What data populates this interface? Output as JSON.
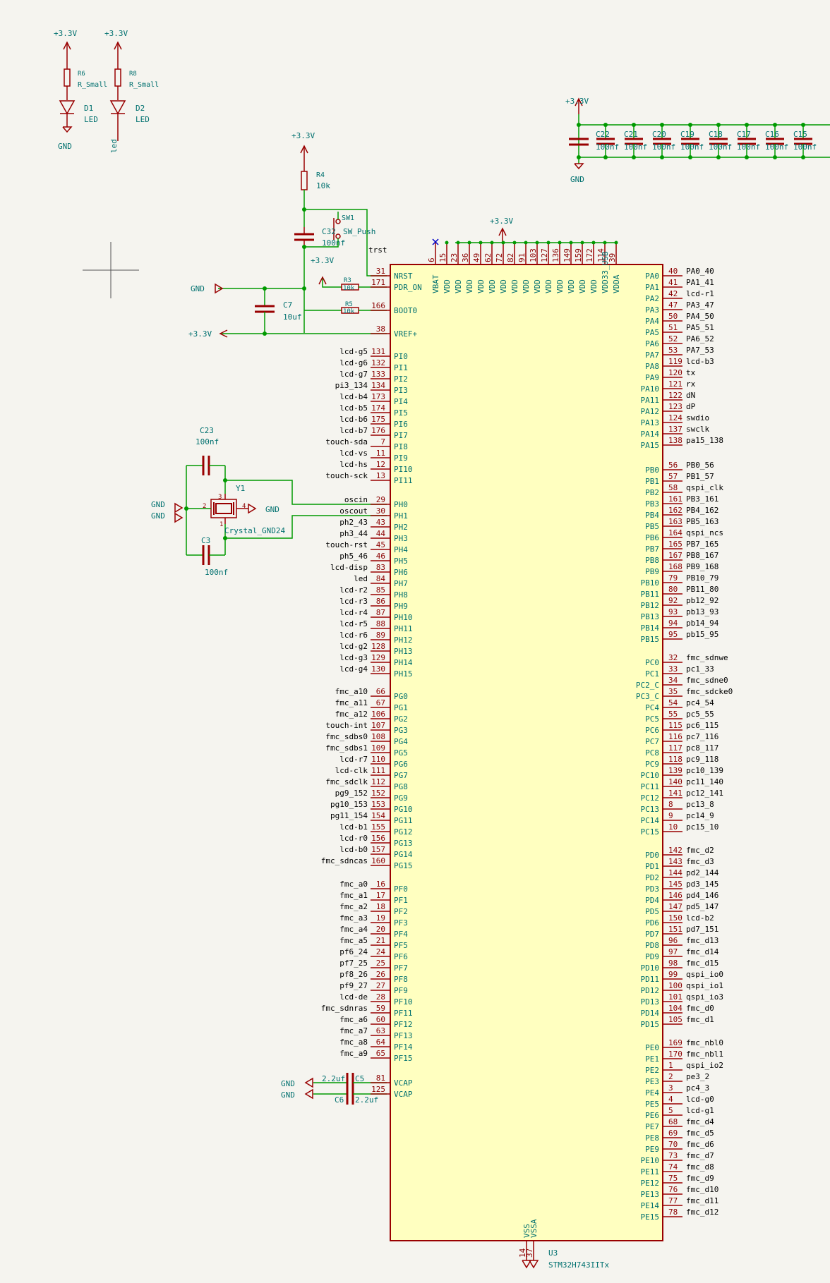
{
  "colors": {
    "background": "#f5f4ef",
    "wire": "#009a00",
    "symbol": "#990000",
    "text": "#00706f",
    "pin": "#8b0000",
    "body": "#ffffc0",
    "junction": "#009a00",
    "noconnect": "#0000c8"
  },
  "power": {
    "vcc": "+3.3V",
    "gnd": "GND"
  },
  "leds": [
    {
      "res_ref": "R6",
      "res_val": "R_Small",
      "led_ref": "D1",
      "led_val": "LED",
      "bottom": "GND"
    },
    {
      "res_ref": "R8",
      "res_val": "R_Small",
      "led_ref": "D2",
      "led_val": "LED",
      "bottom": "led"
    }
  ],
  "reset": {
    "r4_ref": "R4",
    "r4_val": "10k",
    "sw_ref": "SW1",
    "sw_val": "SW_Push",
    "c32_ref": "C32",
    "c32_val": "100nf",
    "net": "trst",
    "r3_ref": "R3",
    "r3_val": "10k",
    "r5_ref": "R5",
    "r5_val": "10k",
    "c7_ref": "C7",
    "c7_val": "10uf"
  },
  "crystal": {
    "ref": "Y1",
    "val": "Crystal_GND24",
    "c23_ref": "C23",
    "c23_val": "100nf",
    "c3_ref": "C3",
    "c3_val": "100nf",
    "pins": [
      "1",
      "2",
      "3",
      "4"
    ]
  },
  "decoupling": [
    {
      "ref": "C22",
      "val": "100nf"
    },
    {
      "ref": "C21",
      "val": "100nf"
    },
    {
      "ref": "C20",
      "val": "100nf"
    },
    {
      "ref": "C19",
      "val": "100nf"
    },
    {
      "ref": "C18",
      "val": "100nf"
    },
    {
      "ref": "C17",
      "val": "100nf"
    },
    {
      "ref": "C16",
      "val": "100nf"
    },
    {
      "ref": "C15",
      "val": "100nf"
    }
  ],
  "vcap": [
    {
      "ref": "C5",
      "val": "2.2uf"
    },
    {
      "ref": "C6",
      "val": "2.2uf"
    }
  ],
  "mcu": {
    "ref": "U3",
    "value": "STM32H743IITx",
    "top_pins": [
      {
        "num": "6",
        "name": "VBAT"
      },
      {
        "num": "15",
        "name": "VDD"
      },
      {
        "num": "23",
        "name": "VDD"
      },
      {
        "num": "36",
        "name": "VDD"
      },
      {
        "num": "49",
        "name": "VDD"
      },
      {
        "num": "62",
        "name": "VDD"
      },
      {
        "num": "72",
        "name": "VDD"
      },
      {
        "num": "82",
        "name": "VDD"
      },
      {
        "num": "91",
        "name": "VDD"
      },
      {
        "num": "103",
        "name": "VDD"
      },
      {
        "num": "127",
        "name": "VDD"
      },
      {
        "num": "136",
        "name": "VDD"
      },
      {
        "num": "149",
        "name": "VDD"
      },
      {
        "num": "159",
        "name": "VDD"
      },
      {
        "num": "172",
        "name": "VDD"
      },
      {
        "num": "114",
        "name": "VDD33_USB"
      },
      {
        "num": "39",
        "name": "VDDA"
      }
    ],
    "bottom_pins": [
      {
        "num": "14",
        "name": "VSS"
      },
      {
        "num": "37",
        "name": "VSSA"
      }
    ],
    "left_pins": [
      {
        "name": "NRST",
        "num": "31",
        "net": ""
      },
      {
        "name": "PDR_ON",
        "num": "171",
        "net": ""
      },
      {
        "name": "BOOT0",
        "num": "166",
        "net": ""
      },
      {
        "name": "VREF+",
        "num": "38",
        "net": ""
      },
      {
        "name": "PI0",
        "num": "131",
        "net": "lcd-g5"
      },
      {
        "name": "PI1",
        "num": "132",
        "net": "lcd-g6"
      },
      {
        "name": "PI2",
        "num": "133",
        "net": "lcd-g7"
      },
      {
        "name": "PI3",
        "num": "134",
        "net": "pi3_134"
      },
      {
        "name": "PI4",
        "num": "173",
        "net": "lcd-b4"
      },
      {
        "name": "PI5",
        "num": "174",
        "net": "lcd-b5"
      },
      {
        "name": "PI6",
        "num": "175",
        "net": "lcd-b6"
      },
      {
        "name": "PI7",
        "num": "176",
        "net": "lcd-b7"
      },
      {
        "name": "PI8",
        "num": "7",
        "net": "touch-sda"
      },
      {
        "name": "PI9",
        "num": "11",
        "net": "lcd-vs"
      },
      {
        "name": "PI10",
        "num": "12",
        "net": "lcd-hs"
      },
      {
        "name": "PI11",
        "num": "13",
        "net": "touch-sck"
      },
      {
        "name": "PH0",
        "num": "29",
        "net": "oscin"
      },
      {
        "name": "PH1",
        "num": "30",
        "net": "oscout"
      },
      {
        "name": "PH2",
        "num": "43",
        "net": "ph2_43"
      },
      {
        "name": "PH3",
        "num": "44",
        "net": "ph3_44"
      },
      {
        "name": "PH4",
        "num": "45",
        "net": "touch-rst"
      },
      {
        "name": "PH5",
        "num": "46",
        "net": "ph5_46"
      },
      {
        "name": "PH6",
        "num": "83",
        "net": "lcd-disp"
      },
      {
        "name": "PH7",
        "num": "84",
        "net": "led"
      },
      {
        "name": "PH8",
        "num": "85",
        "net": "lcd-r2"
      },
      {
        "name": "PH9",
        "num": "86",
        "net": "lcd-r3"
      },
      {
        "name": "PH10",
        "num": "87",
        "net": "lcd-r4"
      },
      {
        "name": "PH11",
        "num": "88",
        "net": "lcd-r5"
      },
      {
        "name": "PH12",
        "num": "89",
        "net": "lcd-r6"
      },
      {
        "name": "PH13",
        "num": "128",
        "net": "lcd-g2"
      },
      {
        "name": "PH14",
        "num": "129",
        "net": "lcd-g3"
      },
      {
        "name": "PH15",
        "num": "130",
        "net": "lcd-g4"
      },
      {
        "name": "PG0",
        "num": "66",
        "net": "fmc_a10"
      },
      {
        "name": "PG1",
        "num": "67",
        "net": "fmc_a11"
      },
      {
        "name": "PG2",
        "num": "106",
        "net": "fmc_a12"
      },
      {
        "name": "PG3",
        "num": "107",
        "net": "touch-int"
      },
      {
        "name": "PG4",
        "num": "108",
        "net": "fmc_sdbs0"
      },
      {
        "name": "PG5",
        "num": "109",
        "net": "fmc_sdbs1"
      },
      {
        "name": "PG6",
        "num": "110",
        "net": "lcd-r7"
      },
      {
        "name": "PG7",
        "num": "111",
        "net": "lcd-clk"
      },
      {
        "name": "PG8",
        "num": "112",
        "net": "fmc_sdclk"
      },
      {
        "name": "PG9",
        "num": "152",
        "net": "pg9_152"
      },
      {
        "name": "PG10",
        "num": "153",
        "net": "pg10_153"
      },
      {
        "name": "PG11",
        "num": "154",
        "net": "pg11_154"
      },
      {
        "name": "PG12",
        "num": "155",
        "net": "lcd-b1"
      },
      {
        "name": "PG13",
        "num": "156",
        "net": "lcd-r0"
      },
      {
        "name": "PG14",
        "num": "157",
        "net": "lcd-b0"
      },
      {
        "name": "PG15",
        "num": "160",
        "net": "fmc_sdncas"
      },
      {
        "name": "PF0",
        "num": "16",
        "net": "fmc_a0"
      },
      {
        "name": "PF1",
        "num": "17",
        "net": "fmc_a1"
      },
      {
        "name": "PF2",
        "num": "18",
        "net": "fmc_a2"
      },
      {
        "name": "PF3",
        "num": "19",
        "net": "fmc_a3"
      },
      {
        "name": "PF4",
        "num": "20",
        "net": "fmc_a4"
      },
      {
        "name": "PF5",
        "num": "21",
        "net": "fmc_a5"
      },
      {
        "name": "PF6",
        "num": "24",
        "net": "pf6_24"
      },
      {
        "name": "PF7",
        "num": "25",
        "net": "pf7_25"
      },
      {
        "name": "PF8",
        "num": "26",
        "net": "pf8_26"
      },
      {
        "name": "PF9",
        "num": "27",
        "net": "pf9_27"
      },
      {
        "name": "PF10",
        "num": "28",
        "net": "lcd-de"
      },
      {
        "name": "PF11",
        "num": "59",
        "net": "fmc_sdnras"
      },
      {
        "name": "PF12",
        "num": "60",
        "net": "fmc_a6"
      },
      {
        "name": "PF13",
        "num": "63",
        "net": "fmc_a7"
      },
      {
        "name": "PF14",
        "num": "64",
        "net": "fmc_a8"
      },
      {
        "name": "PF15",
        "num": "65",
        "net": "fmc_a9"
      },
      {
        "name": "VCAP",
        "num": "81",
        "net": ""
      },
      {
        "name": "VCAP",
        "num": "125",
        "net": ""
      }
    ],
    "right_pins": [
      {
        "name": "PA0",
        "num": "40",
        "net": "PA0_40"
      },
      {
        "name": "PA1",
        "num": "41",
        "net": "PA1_41"
      },
      {
        "name": "PA2",
        "num": "42",
        "net": "lcd-r1"
      },
      {
        "name": "PA3",
        "num": "47",
        "net": "PA3_47"
      },
      {
        "name": "PA4",
        "num": "50",
        "net": "PA4_50"
      },
      {
        "name": "PA5",
        "num": "51",
        "net": "PA5_51"
      },
      {
        "name": "PA6",
        "num": "52",
        "net": "PA6_52"
      },
      {
        "name": "PA7",
        "num": "53",
        "net": "PA7_53"
      },
      {
        "name": "PA8",
        "num": "119",
        "net": "lcd-b3"
      },
      {
        "name": "PA9",
        "num": "120",
        "net": "tx"
      },
      {
        "name": "PA10",
        "num": "121",
        "net": "rx"
      },
      {
        "name": "PA11",
        "num": "122",
        "net": "dN"
      },
      {
        "name": "PA12",
        "num": "123",
        "net": "dP"
      },
      {
        "name": "PA13",
        "num": "124",
        "net": "swdio"
      },
      {
        "name": "PA14",
        "num": "137",
        "net": "swclk"
      },
      {
        "name": "PA15",
        "num": "138",
        "net": "pa15_138"
      },
      {
        "name": "PB0",
        "num": "56",
        "net": "PB0_56"
      },
      {
        "name": "PB1",
        "num": "57",
        "net": "PB1_57"
      },
      {
        "name": "PB2",
        "num": "58",
        "net": "qspi_clk"
      },
      {
        "name": "PB3",
        "num": "161",
        "net": "PB3_161"
      },
      {
        "name": "PB4",
        "num": "162",
        "net": "PB4_162"
      },
      {
        "name": "PB5",
        "num": "163",
        "net": "PB5_163"
      },
      {
        "name": "PB6",
        "num": "164",
        "net": "qspi_ncs"
      },
      {
        "name": "PB7",
        "num": "165",
        "net": "PB7_165"
      },
      {
        "name": "PB8",
        "num": "167",
        "net": "PB8_167"
      },
      {
        "name": "PB9",
        "num": "168",
        "net": "PB9_168"
      },
      {
        "name": "PB10",
        "num": "79",
        "net": "PB10_79"
      },
      {
        "name": "PB11",
        "num": "80",
        "net": "PB11_80"
      },
      {
        "name": "PB12",
        "num": "92",
        "net": "pb12_92"
      },
      {
        "name": "PB13",
        "num": "93",
        "net": "pb13_93"
      },
      {
        "name": "PB14",
        "num": "94",
        "net": "pb14_94"
      },
      {
        "name": "PB15",
        "num": "95",
        "net": "pb15_95"
      },
      {
        "name": "PC0",
        "num": "32",
        "net": "fmc_sdnwe"
      },
      {
        "name": "PC1",
        "num": "33",
        "net": "pc1_33"
      },
      {
        "name": "PC2_C",
        "num": "34",
        "net": "fmc_sdne0"
      },
      {
        "name": "PC3_C",
        "num": "35",
        "net": "fmc_sdcke0"
      },
      {
        "name": "PC4",
        "num": "54",
        "net": "pc4_54"
      },
      {
        "name": "PC5",
        "num": "55",
        "net": "pc5_55"
      },
      {
        "name": "PC6",
        "num": "115",
        "net": "pc6_115"
      },
      {
        "name": "PC7",
        "num": "116",
        "net": "pc7_116"
      },
      {
        "name": "PC8",
        "num": "117",
        "net": "pc8_117"
      },
      {
        "name": "PC9",
        "num": "118",
        "net": "pc9_118"
      },
      {
        "name": "PC10",
        "num": "139",
        "net": "pc10_139"
      },
      {
        "name": "PC11",
        "num": "140",
        "net": "pc11_140"
      },
      {
        "name": "PC12",
        "num": "141",
        "net": "pc12_141"
      },
      {
        "name": "PC13",
        "num": "8",
        "net": "pc13_8"
      },
      {
        "name": "PC14",
        "num": "9",
        "net": "pc14_9"
      },
      {
        "name": "PC15",
        "num": "10",
        "net": "pc15_10"
      },
      {
        "name": "PD0",
        "num": "142",
        "net": "fmc_d2"
      },
      {
        "name": "PD1",
        "num": "143",
        "net": "fmc_d3"
      },
      {
        "name": "PD2",
        "num": "144",
        "net": "pd2_144"
      },
      {
        "name": "PD3",
        "num": "145",
        "net": "pd3_145"
      },
      {
        "name": "PD4",
        "num": "146",
        "net": "pd4_146"
      },
      {
        "name": "PD5",
        "num": "147",
        "net": "pd5_147"
      },
      {
        "name": "PD6",
        "num": "150",
        "net": "lcd-b2"
      },
      {
        "name": "PD7",
        "num": "151",
        "net": "pd7_151"
      },
      {
        "name": "PD8",
        "num": "96",
        "net": "fmc_d13"
      },
      {
        "name": "PD9",
        "num": "97",
        "net": "fmc_d14"
      },
      {
        "name": "PD10",
        "num": "98",
        "net": "fmc_d15"
      },
      {
        "name": "PD11",
        "num": "99",
        "net": "qspi_io0"
      },
      {
        "name": "PD12",
        "num": "100",
        "net": "qspi_io1"
      },
      {
        "name": "PD13",
        "num": "101",
        "net": "qspi_io3"
      },
      {
        "name": "PD14",
        "num": "104",
        "net": "fmc_d0"
      },
      {
        "name": "PD15",
        "num": "105",
        "net": "fmc_d1"
      },
      {
        "name": "PE0",
        "num": "169",
        "net": "fmc_nbl0"
      },
      {
        "name": "PE1",
        "num": "170",
        "net": "fmc_nbl1"
      },
      {
        "name": "PE2",
        "num": "1",
        "net": "qspi_io2"
      },
      {
        "name": "PE3",
        "num": "2",
        "net": "pe3_2"
      },
      {
        "name": "PE4",
        "num": "3",
        "net": "pc4_3"
      },
      {
        "name": "PE5",
        "num": "4",
        "net": "lcd-g0"
      },
      {
        "name": "PE6",
        "num": "5",
        "net": "lcd-g1"
      },
      {
        "name": "PE7",
        "num": "68",
        "net": "fmc_d4"
      },
      {
        "name": "PE8",
        "num": "69",
        "net": "fmc_d5"
      },
      {
        "name": "PE9",
        "num": "70",
        "net": "fmc_d6"
      },
      {
        "name": "PE10",
        "num": "73",
        "net": "fmc_d7"
      },
      {
        "name": "PE11",
        "num": "74",
        "net": "fmc_d8"
      },
      {
        "name": "PE12",
        "num": "75",
        "net": "fmc_d9"
      },
      {
        "name": "PE13",
        "num": "76",
        "net": "fmc_d10"
      },
      {
        "name": "PE14",
        "num": "77",
        "net": "fmc_d11"
      },
      {
        "name": "PE15",
        "num": "78",
        "net": "fmc_d12"
      }
    ]
  }
}
